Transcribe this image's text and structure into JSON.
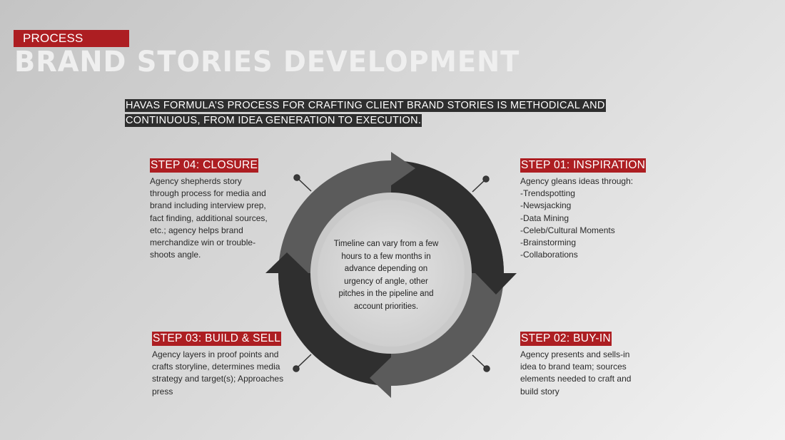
{
  "header": {
    "tag": "PROCESS",
    "title": "BRAND STORIES DEVELOPMENT"
  },
  "intro": "HAVAS FORMULA’S PROCESS FOR CRAFTING CLIENT BRAND STORIES IS  METHODICAL AND CONTINUOUS, FROM IDEA GENERATION TO EXECUTION.",
  "cycle": {
    "center_text": "Timeline can vary from a few hours to a few months in advance depending on urgency of angle, other pitches in the pipeline and account priorities."
  },
  "steps": {
    "step1": {
      "title": "STEP 01: INSPIRATION",
      "lead": "Agency gleans ideas through:",
      "items": [
        "-Trendspotting",
        "-Newsjacking",
        "-Data Mining",
        "-Celeb/Cultural Moments",
        "-Brainstorming",
        "-Collaborations"
      ]
    },
    "step2": {
      "title": "STEP 02: BUY-IN",
      "body": "Agency presents and sells-in idea to brand team; sources elements needed to craft and build story"
    },
    "step3": {
      "title": "STEP 03: BUILD & SELL",
      "body": "Agency layers in proof points and crafts storyline, determines media strategy and target(s); Approaches press"
    },
    "step4": {
      "title": "STEP 04: CLOSURE",
      "body": "Agency shepherds story through process for media and brand including interview prep, fact finding, additional sources, etc.; agency helps brand merchandize win or trouble-shoots angle."
    }
  },
  "colors": {
    "accent_red": "#ad1e22",
    "ring_dark": "#333333",
    "ring_mid": "#585858",
    "inner_light": "#dcdcdc"
  }
}
